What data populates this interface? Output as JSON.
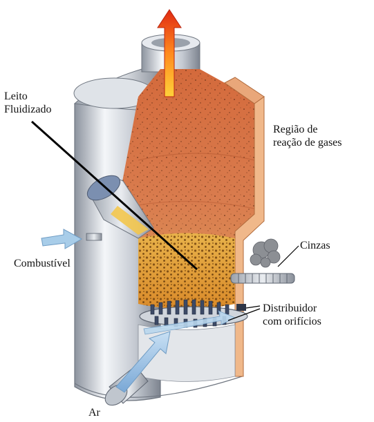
{
  "labels": {
    "leito_line1": "Leito",
    "leito_line2": "Fluidizado",
    "regiao_line1": "Região de",
    "regiao_line2": "reação de gases",
    "cinzas": "Cinzas",
    "combustivel": "Combustível",
    "distribuidor_line1": "Distribuidor",
    "distribuidor_line2": "com orifícios",
    "ar": "Ar"
  },
  "colors": {
    "reactor_steel": "#c9ced6",
    "bed_orange": "#e8a030",
    "gas_region": "#d9774a",
    "wall_inner": "#e7a36e",
    "flow_arrow": "#9fc3e2",
    "exhaust_arrow": "#e23b1a"
  }
}
